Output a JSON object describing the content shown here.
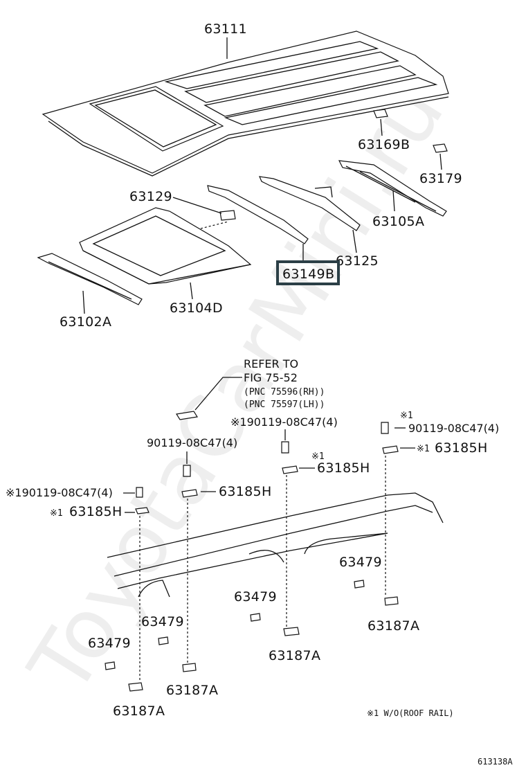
{
  "watermark": "ToyotaCarMini.ru",
  "parts": {
    "p63111": "63111",
    "p63169B": "63169B",
    "p63179": "63179",
    "p63105A": "63105A",
    "p63129": "63129",
    "p63125": "63125",
    "p63149B": "63149B",
    "p63104D": "63104D",
    "p63102A": "63102A"
  },
  "refer": {
    "line1": "REFER TO",
    "line2": "FIG 75-52",
    "line3": "(PNC 75596(RH))",
    "line4": "(PNC 75597(LH))"
  },
  "bolts": {
    "b1": "※190119-08C47(4)",
    "b2": "※190119-08C47(4)",
    "b3_mark": "※1",
    "b3": "90119-08C47(4)",
    "b4": "90119-08C47(4)"
  },
  "clips": {
    "c1_mark": "※1",
    "c1": "63185H",
    "c2_mark": "※1",
    "c2": "63185H",
    "c3_mark": "※1",
    "c3": "63185H",
    "c4": "63185H"
  },
  "pads": {
    "a1": "63479",
    "a2": "63479",
    "a3": "63479",
    "a4": "63479"
  },
  "brackets": {
    "r1": "63187A",
    "r2": "63187A",
    "r3": "63187A",
    "r4": "63187A"
  },
  "footnote": "※1  W/O(ROOF RAIL)",
  "figure_code": "613138A"
}
